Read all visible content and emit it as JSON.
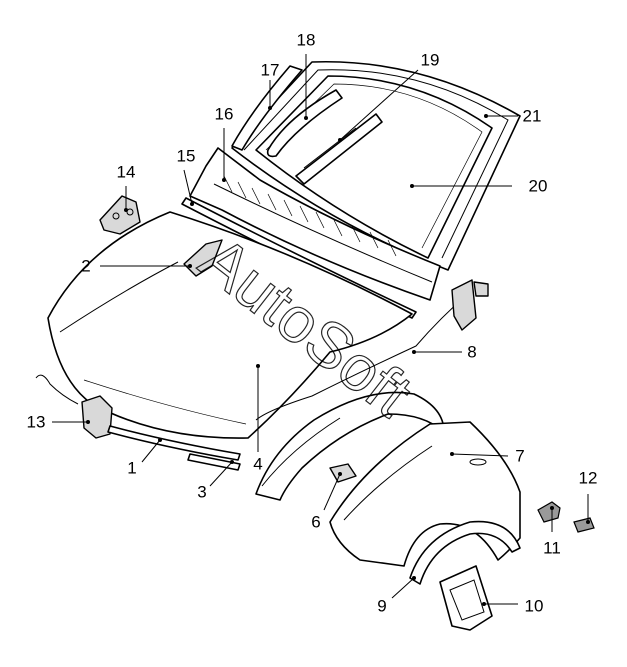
{
  "watermark": "AutoSoft",
  "callouts": [
    {
      "id": "1",
      "label": "1"
    },
    {
      "id": "2",
      "label": "2"
    },
    {
      "id": "3",
      "label": "3"
    },
    {
      "id": "4",
      "label": "4"
    },
    {
      "id": "6",
      "label": "6"
    },
    {
      "id": "7",
      "label": "7"
    },
    {
      "id": "8",
      "label": "8"
    },
    {
      "id": "9",
      "label": "9"
    },
    {
      "id": "10",
      "label": "10"
    },
    {
      "id": "11",
      "label": "11"
    },
    {
      "id": "12",
      "label": "12"
    },
    {
      "id": "13",
      "label": "13"
    },
    {
      "id": "14",
      "label": "14"
    },
    {
      "id": "15",
      "label": "15"
    },
    {
      "id": "16",
      "label": "16"
    },
    {
      "id": "17",
      "label": "17"
    },
    {
      "id": "18",
      "label": "18"
    },
    {
      "id": "19",
      "label": "19"
    },
    {
      "id": "20",
      "label": "20"
    },
    {
      "id": "21",
      "label": "21"
    }
  ]
}
